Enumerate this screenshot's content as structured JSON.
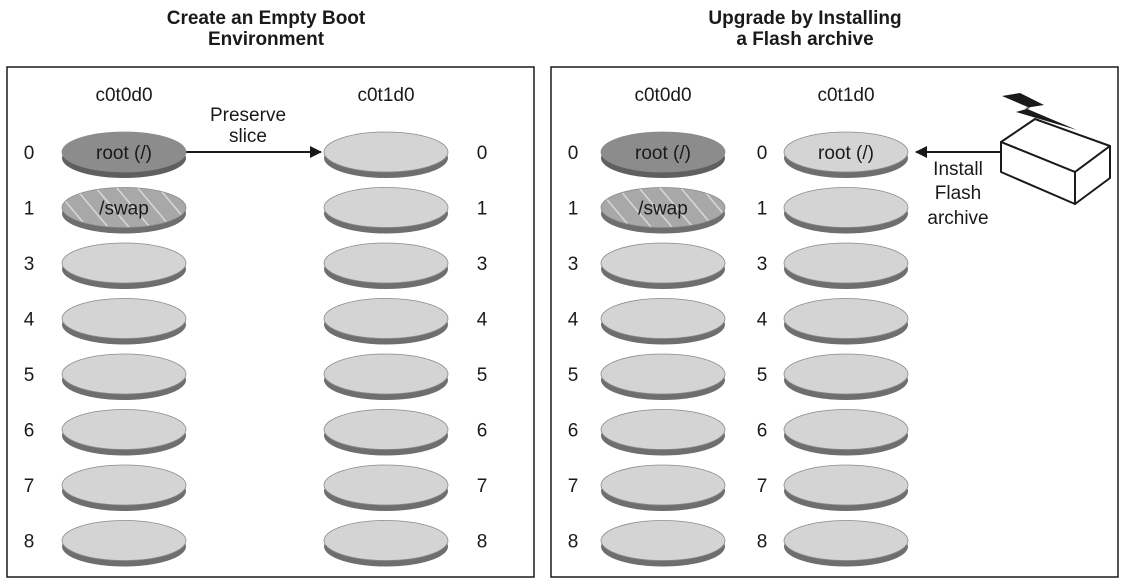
{
  "panels": [
    {
      "title_lines": [
        "Create an Empty Boot",
        "Environment"
      ],
      "disks": [
        {
          "label": "c0t0d0",
          "slice_numbers_side": "left",
          "slices": [
            {
              "num": "0",
              "label": "root (/)",
              "style": "dark"
            },
            {
              "num": "1",
              "label": "/swap",
              "style": "hatched"
            },
            {
              "num": "3",
              "label": "",
              "style": "light"
            },
            {
              "num": "4",
              "label": "",
              "style": "light"
            },
            {
              "num": "5",
              "label": "",
              "style": "light"
            },
            {
              "num": "6",
              "label": "",
              "style": "light"
            },
            {
              "num": "7",
              "label": "",
              "style": "light"
            },
            {
              "num": "8",
              "label": "",
              "style": "light"
            }
          ]
        },
        {
          "label": "c0t1d0",
          "slice_numbers_side": "right",
          "slices": [
            {
              "num": "0",
              "label": "",
              "style": "light"
            },
            {
              "num": "1",
              "label": "",
              "style": "light"
            },
            {
              "num": "3",
              "label": "",
              "style": "light"
            },
            {
              "num": "4",
              "label": "",
              "style": "light"
            },
            {
              "num": "5",
              "label": "",
              "style": "light"
            },
            {
              "num": "6",
              "label": "",
              "style": "light"
            },
            {
              "num": "7",
              "label": "",
              "style": "light"
            },
            {
              "num": "8",
              "label": "",
              "style": "light"
            }
          ]
        }
      ],
      "arrow_label_lines": [
        "Preserve",
        "slice"
      ]
    },
    {
      "title_lines": [
        "Upgrade by Installing",
        "a Flash archive"
      ],
      "disks": [
        {
          "label": "c0t0d0",
          "slice_numbers_side": "left",
          "slices": [
            {
              "num": "0",
              "label": "root (/)",
              "style": "dark"
            },
            {
              "num": "1",
              "label": "/swap",
              "style": "hatched"
            },
            {
              "num": "3",
              "label": "",
              "style": "light"
            },
            {
              "num": "4",
              "label": "",
              "style": "light"
            },
            {
              "num": "5",
              "label": "",
              "style": "light"
            },
            {
              "num": "6",
              "label": "",
              "style": "light"
            },
            {
              "num": "7",
              "label": "",
              "style": "light"
            },
            {
              "num": "8",
              "label": "",
              "style": "light"
            }
          ]
        },
        {
          "label": "c0t1d0",
          "slice_numbers_side": "left",
          "slices": [
            {
              "num": "0",
              "label": "root (/)",
              "style": "light"
            },
            {
              "num": "1",
              "label": "",
              "style": "light"
            },
            {
              "num": "3",
              "label": "",
              "style": "light"
            },
            {
              "num": "4",
              "label": "",
              "style": "light"
            },
            {
              "num": "5",
              "label": "",
              "style": "light"
            },
            {
              "num": "6",
              "label": "",
              "style": "light"
            },
            {
              "num": "7",
              "label": "",
              "style": "light"
            },
            {
              "num": "8",
              "label": "",
              "style": "light"
            }
          ]
        }
      ],
      "arrow_label_lines": [
        "Install",
        "Flash",
        "archive"
      ]
    }
  ],
  "colors": {
    "dark_slice": "#8c8c8c",
    "light_slice": "#d4d4d4",
    "slice_rim": "#6e6e6e",
    "border": "#1a1a1a",
    "text": "#1a1a1a"
  },
  "icons": {
    "flash_source": "flash-archive-device-icon"
  }
}
